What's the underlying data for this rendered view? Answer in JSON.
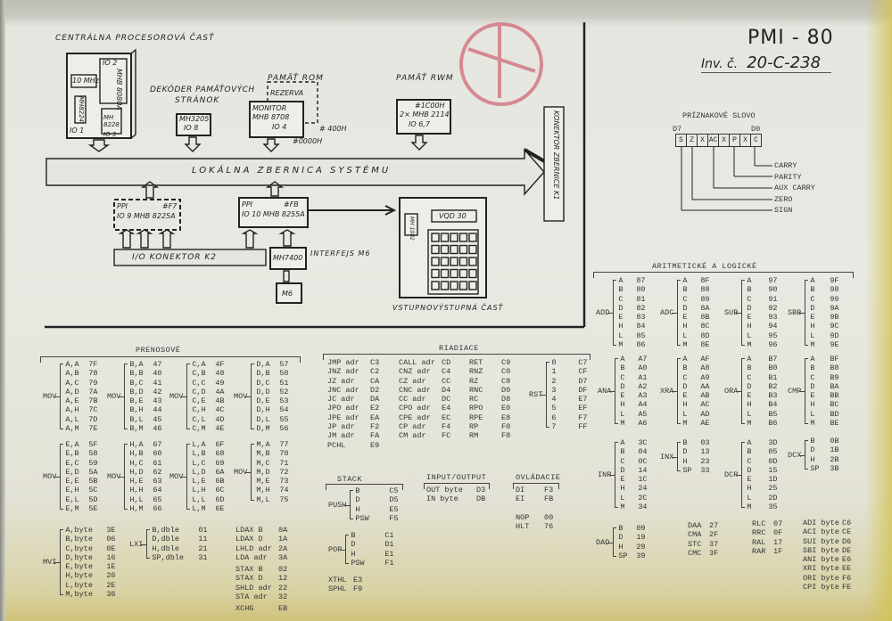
{
  "header": {
    "title": "PMI - 80",
    "inv_prefix": "Inv. č.",
    "inv_number": "20-C-238"
  },
  "diagram": {
    "cpu_label": "CENTRÁLNA PROCESOROVÁ ČASŤ",
    "cpu_clock": "10 MHz",
    "cpu_chip": "MHB 8080A",
    "cpu_io2": "IO 2",
    "cpu_io1": "IO 1",
    "cpu_mh8224": "MH8224",
    "cpu_mh8228": "MH 8228",
    "cpu_io3": "IO 3",
    "decoder_label1": "DEKÓDER PAMÄŤOVÝCH",
    "decoder_label2": "STRÁNOK",
    "decoder_chip": "MH3205",
    "decoder_io": "IO 8",
    "rom_label": "PAMÄŤ ROM",
    "rom_reserve": "REZERVA",
    "rom_chip1": "MONITOR",
    "rom_chip2": "MHB 8708",
    "rom_io": "IO 4",
    "rom_addr_reserve": "# 400H",
    "rom_addr": "#0000H",
    "rwm_label": "PAMÄŤ RWM",
    "rwm_addr": "#1C00H",
    "rwm_chip": "2× MHB 2114",
    "rwm_io": "IO 6,7",
    "bus_label": "LOKÁLNA   ZBERNICA   SYSTÉMU",
    "k1_label": "KONEKTOR ZBERNICE K1",
    "ppi1_a": "PPI",
    "ppi1_b": "#F7",
    "ppi1_c": "IO 9  MHB 8225A",
    "ppi2_a": "PPI",
    "ppi2_b": "#FB",
    "ppi2_c": "IO 10 MHB 8255A",
    "k2_label": "I/O KONEKTOR K2",
    "mh7400": "MH7400",
    "interface_label": "INTERFEJS M6",
    "m6": "M6",
    "display": "VQD 30",
    "display_drv": "MH 1082",
    "io_label": "VSTUPNOVÝSTUPNÁ ČASŤ"
  },
  "flags": {
    "title": "PRÍZNAKOVÉ SLOVO",
    "msb": "D7",
    "lsb": "D0",
    "bits": [
      "S",
      "Z",
      "X",
      "AC",
      "X",
      "P",
      "X",
      "C"
    ],
    "labels": [
      "CARRY",
      "PARITY",
      "AUX CARRY",
      "ZERO",
      "SIGN"
    ]
  },
  "transfer": {
    "title": "PRENOSOVÉ",
    "groups": [
      {
        "mn": "MOV",
        "items": [
          [
            "A,A",
            "7F"
          ],
          [
            "A,B",
            "78"
          ],
          [
            "A,C",
            "79"
          ],
          [
            "A,D",
            "7A"
          ],
          [
            "A,E",
            "7B"
          ],
          [
            "A,H",
            "7C"
          ],
          [
            "A,L",
            "7D"
          ],
          [
            "A,M",
            "7E"
          ]
        ]
      },
      {
        "mn": "MOV",
        "items": [
          [
            "B,A",
            "47"
          ],
          [
            "B,B",
            "40"
          ],
          [
            "B,C",
            "41"
          ],
          [
            "B,D",
            "42"
          ],
          [
            "B,E",
            "43"
          ],
          [
            "B,H",
            "44"
          ],
          [
            "B,L",
            "45"
          ],
          [
            "B,M",
            "46"
          ]
        ]
      },
      {
        "mn": "MOV",
        "items": [
          [
            "C,A",
            "4F"
          ],
          [
            "C,B",
            "48"
          ],
          [
            "C,C",
            "49"
          ],
          [
            "C,D",
            "4A"
          ],
          [
            "C,E",
            "4B"
          ],
          [
            "C,H",
            "4C"
          ],
          [
            "C,L",
            "4D"
          ],
          [
            "C,M",
            "4E"
          ]
        ]
      },
      {
        "mn": "MOV",
        "items": [
          [
            "D,A",
            "57"
          ],
          [
            "D,B",
            "50"
          ],
          [
            "D,C",
            "51"
          ],
          [
            "D,D",
            "52"
          ],
          [
            "D,E",
            "53"
          ],
          [
            "D,H",
            "54"
          ],
          [
            "D,L",
            "55"
          ],
          [
            "D,M",
            "56"
          ]
        ]
      },
      {
        "mn": "MOV",
        "items": [
          [
            "E,A",
            "5F"
          ],
          [
            "E,B",
            "58"
          ],
          [
            "E,C",
            "59"
          ],
          [
            "E,D",
            "5A"
          ],
          [
            "E,E",
            "5B"
          ],
          [
            "E,H",
            "5C"
          ],
          [
            "E,L",
            "5D"
          ],
          [
            "E,M",
            "5E"
          ]
        ]
      },
      {
        "mn": "MOV",
        "items": [
          [
            "H,A",
            "67"
          ],
          [
            "H,B",
            "60"
          ],
          [
            "H,C",
            "61"
          ],
          [
            "H,D",
            "62"
          ],
          [
            "H,E",
            "63"
          ],
          [
            "H,H",
            "64"
          ],
          [
            "H,L",
            "65"
          ],
          [
            "H,M",
            "66"
          ]
        ]
      },
      {
        "mn": "MOV",
        "items": [
          [
            "L,A",
            "6F"
          ],
          [
            "L,B",
            "68"
          ],
          [
            "L,C",
            "69"
          ],
          [
            "L,D",
            "6A"
          ],
          [
            "L,E",
            "6B"
          ],
          [
            "L,H",
            "6C"
          ],
          [
            "L,L",
            "6D"
          ],
          [
            "L,M",
            "6E"
          ]
        ]
      },
      {
        "mn": "MOV",
        "items": [
          [
            "M,A",
            "77"
          ],
          [
            "M,B",
            "70"
          ],
          [
            "M,C",
            "71"
          ],
          [
            "M,D",
            "72"
          ],
          [
            "M,E",
            "73"
          ],
          [
            "M,H",
            "74"
          ],
          [
            "M,L",
            "75"
          ]
        ]
      },
      {
        "mn": "MVI",
        "items": [
          [
            "A,byte",
            "3E"
          ],
          [
            "B,byte",
            "06"
          ],
          [
            "C,byte",
            "0E"
          ],
          [
            "D,byte",
            "16"
          ],
          [
            "E,byte",
            "1E"
          ],
          [
            "H,byte",
            "26"
          ],
          [
            "L,byte",
            "2E"
          ],
          [
            "M,byte",
            "36"
          ]
        ]
      },
      {
        "mn": "LXI",
        "items": [
          [
            "B,dble",
            "01"
          ],
          [
            "D,dble",
            "11"
          ],
          [
            "H,dble",
            "21"
          ],
          [
            "SP,dble",
            "31"
          ]
        ]
      },
      {
        "mn": "",
        "items": [
          [
            "LDAX B",
            "0A"
          ],
          [
            "LDAX D",
            "1A"
          ],
          [
            "LHLD adr",
            "2A"
          ],
          [
            "LDA adr",
            "3A"
          ]
        ]
      },
      {
        "mn": "",
        "items": [
          [
            "STAX B",
            "02"
          ],
          [
            "STAX D",
            "12"
          ],
          [
            "SHLD adr",
            "22"
          ],
          [
            "STA adr",
            "32"
          ]
        ]
      },
      {
        "mn": "",
        "items": [
          [
            "XCHG",
            "EB"
          ]
        ]
      }
    ]
  },
  "control": {
    "title": "RIADIACE",
    "groups": [
      {
        "mn": "",
        "items": [
          [
            "JMP adr",
            "C3"
          ],
          [
            "JNZ adr",
            "C2"
          ],
          [
            "JZ adr",
            "CA"
          ],
          [
            "JNC adr",
            "D2"
          ],
          [
            "JC adr",
            "DA"
          ],
          [
            "JPO adr",
            "E2"
          ],
          [
            "JPE adr",
            "EA"
          ],
          [
            "JP adr",
            "F2"
          ],
          [
            "JM adr",
            "FA"
          ],
          [
            "PCHL",
            "E9"
          ]
        ]
      },
      {
        "mn": "",
        "items": [
          [
            "CALL adr",
            "CD"
          ],
          [
            "CNZ adr",
            "C4"
          ],
          [
            "CZ adr",
            "CC"
          ],
          [
            "CNC adr",
            "D4"
          ],
          [
            "CC adr",
            "DC"
          ],
          [
            "CPO adr",
            "E4"
          ],
          [
            "CPE adr",
            "EC"
          ],
          [
            "CP adr",
            "F4"
          ],
          [
            "CM adr",
            "FC"
          ]
        ]
      },
      {
        "mn": "",
        "items": [
          [
            "RET",
            "C9"
          ],
          [
            "RNZ",
            "C0"
          ],
          [
            "RZ",
            "C8"
          ],
          [
            "RNC",
            "D0"
          ],
          [
            "RC",
            "D8"
          ],
          [
            "RPO",
            "E0"
          ],
          [
            "RPE",
            "E8"
          ],
          [
            "RP",
            "F0"
          ],
          [
            "RM",
            "F8"
          ]
        ]
      },
      {
        "mn": "RST",
        "items": [
          [
            "0",
            "C7"
          ],
          [
            "1",
            "CF"
          ],
          [
            "2",
            "D7"
          ],
          [
            "3",
            "DF"
          ],
          [
            "4",
            "E7"
          ],
          [
            "5",
            "EF"
          ],
          [
            "6",
            "F7"
          ],
          [
            "7",
            "FF"
          ]
        ]
      }
    ]
  },
  "stack": {
    "title": "STACK",
    "groups": [
      {
        "mn": "PUSH",
        "items": [
          [
            "B",
            "C5"
          ],
          [
            "D",
            "D5"
          ],
          [
            "H",
            "E5"
          ],
          [
            "PSW",
            "F5"
          ]
        ]
      },
      {
        "mn": "POP",
        "items": [
          [
            "B",
            "C1"
          ],
          [
            "D",
            "D1"
          ],
          [
            "H",
            "E1"
          ],
          [
            "PSW",
            "F1"
          ]
        ]
      },
      {
        "mn": "",
        "items": [
          [
            "XTHL",
            "E3"
          ],
          [
            "SPHL",
            "F9"
          ]
        ]
      }
    ]
  },
  "io": {
    "title": "INPUT/OUTPUT",
    "groups": [
      {
        "mn": "",
        "items": [
          [
            "OUT byte",
            "D3"
          ],
          [
            "IN byte",
            "DB"
          ]
        ]
      }
    ]
  },
  "machine": {
    "title": "OVLÁDACIE",
    "groups": [
      {
        "mn": "",
        "items": [
          [
            "DI",
            "F3"
          ],
          [
            "EI",
            "FB"
          ]
        ]
      },
      {
        "mn": "",
        "items": [
          [
            "NOP",
            "00"
          ],
          [
            "HLT",
            "76"
          ]
        ]
      }
    ]
  },
  "arith": {
    "title": "ARITMETICKÉ  A  LOGICKÉ",
    "groups": [
      {
        "mn": "ADD",
        "items": [
          [
            "A",
            "87"
          ],
          [
            "B",
            "80"
          ],
          [
            "C",
            "81"
          ],
          [
            "D",
            "82"
          ],
          [
            "E",
            "83"
          ],
          [
            "H",
            "84"
          ],
          [
            "L",
            "85"
          ],
          [
            "M",
            "86"
          ]
        ]
      },
      {
        "mn": "ADC",
        "items": [
          [
            "A",
            "8F"
          ],
          [
            "B",
            "88"
          ],
          [
            "C",
            "89"
          ],
          [
            "D",
            "8A"
          ],
          [
            "E",
            "8B"
          ],
          [
            "H",
            "8C"
          ],
          [
            "L",
            "8D"
          ],
          [
            "M",
            "8E"
          ]
        ]
      },
      {
        "mn": "SUB",
        "items": [
          [
            "A",
            "97"
          ],
          [
            "B",
            "90"
          ],
          [
            "C",
            "91"
          ],
          [
            "D",
            "92"
          ],
          [
            "E",
            "93"
          ],
          [
            "H",
            "94"
          ],
          [
            "L",
            "95"
          ],
          [
            "M",
            "96"
          ]
        ]
      },
      {
        "mn": "SBB",
        "items": [
          [
            "A",
            "9F"
          ],
          [
            "B",
            "98"
          ],
          [
            "C",
            "99"
          ],
          [
            "D",
            "9A"
          ],
          [
            "E",
            "9B"
          ],
          [
            "H",
            "9C"
          ],
          [
            "L",
            "9D"
          ],
          [
            "M",
            "9E"
          ]
        ]
      },
      {
        "mn": "ANA",
        "items": [
          [
            "A",
            "A7"
          ],
          [
            "B",
            "A0"
          ],
          [
            "C",
            "A1"
          ],
          [
            "D",
            "A2"
          ],
          [
            "E",
            "A3"
          ],
          [
            "H",
            "A4"
          ],
          [
            "L",
            "A5"
          ],
          [
            "M",
            "A6"
          ]
        ]
      },
      {
        "mn": "XRA",
        "items": [
          [
            "A",
            "AF"
          ],
          [
            "B",
            "A8"
          ],
          [
            "C",
            "A9"
          ],
          [
            "D",
            "AA"
          ],
          [
            "E",
            "AB"
          ],
          [
            "H",
            "AC"
          ],
          [
            "L",
            "AD"
          ],
          [
            "M",
            "AE"
          ]
        ]
      },
      {
        "mn": "ORA",
        "items": [
          [
            "A",
            "B7"
          ],
          [
            "B",
            "B0"
          ],
          [
            "C",
            "B1"
          ],
          [
            "D",
            "B2"
          ],
          [
            "E",
            "B3"
          ],
          [
            "H",
            "B4"
          ],
          [
            "L",
            "B5"
          ],
          [
            "M",
            "B6"
          ]
        ]
      },
      {
        "mn": "CMP",
        "items": [
          [
            "A",
            "BF"
          ],
          [
            "B",
            "B8"
          ],
          [
            "C",
            "B9"
          ],
          [
            "D",
            "BA"
          ],
          [
            "E",
            "BB"
          ],
          [
            "H",
            "BC"
          ],
          [
            "L",
            "BD"
          ],
          [
            "M",
            "BE"
          ]
        ]
      },
      {
        "mn": "INR",
        "items": [
          [
            "A",
            "3C"
          ],
          [
            "B",
            "04"
          ],
          [
            "C",
            "0C"
          ],
          [
            "D",
            "14"
          ],
          [
            "E",
            "1C"
          ],
          [
            "H",
            "24"
          ],
          [
            "L",
            "2C"
          ],
          [
            "M",
            "34"
          ]
        ]
      },
      {
        "mn": "INX",
        "items": [
          [
            "B",
            "03"
          ],
          [
            "D",
            "13"
          ],
          [
            "H",
            "23"
          ],
          [
            "SP",
            "33"
          ]
        ]
      },
      {
        "mn": "DCR",
        "items": [
          [
            "A",
            "3D"
          ],
          [
            "B",
            "05"
          ],
          [
            "C",
            "0D"
          ],
          [
            "D",
            "15"
          ],
          [
            "E",
            "1D"
          ],
          [
            "H",
            "25"
          ],
          [
            "L",
            "2D"
          ],
          [
            "M",
            "35"
          ]
        ]
      },
      {
        "mn": "DCX",
        "items": [
          [
            "B",
            "0B"
          ],
          [
            "D",
            "1B"
          ],
          [
            "H",
            "2B"
          ],
          [
            "SP",
            "3B"
          ]
        ]
      },
      {
        "mn": "DAD",
        "items": [
          [
            "B",
            "09"
          ],
          [
            "D",
            "19"
          ],
          [
            "H",
            "29"
          ],
          [
            "SP",
            "39"
          ]
        ]
      },
      {
        "mn": "",
        "items": [
          [
            "DAA",
            "27"
          ],
          [
            "CMA",
            "2F"
          ],
          [
            "STC",
            "37"
          ],
          [
            "CMC",
            "3F"
          ]
        ]
      },
      {
        "mn": "",
        "items": [
          [
            "RLC",
            "07"
          ],
          [
            "RRC",
            "0F"
          ],
          [
            "RAL",
            "17"
          ],
          [
            "RAR",
            "1F"
          ]
        ]
      },
      {
        "mn": "",
        "items": [
          [
            "ADI byte",
            "C6"
          ],
          [
            "ACI byte",
            "CE"
          ],
          [
            "SUI byte",
            "D6"
          ],
          [
            "SBI byte",
            "DE"
          ],
          [
            "ANI byte",
            "E6"
          ],
          [
            "XRI byte",
            "EE"
          ],
          [
            "ORI byte",
            "F6"
          ],
          [
            "CPI byte",
            "FE"
          ]
        ]
      }
    ]
  }
}
